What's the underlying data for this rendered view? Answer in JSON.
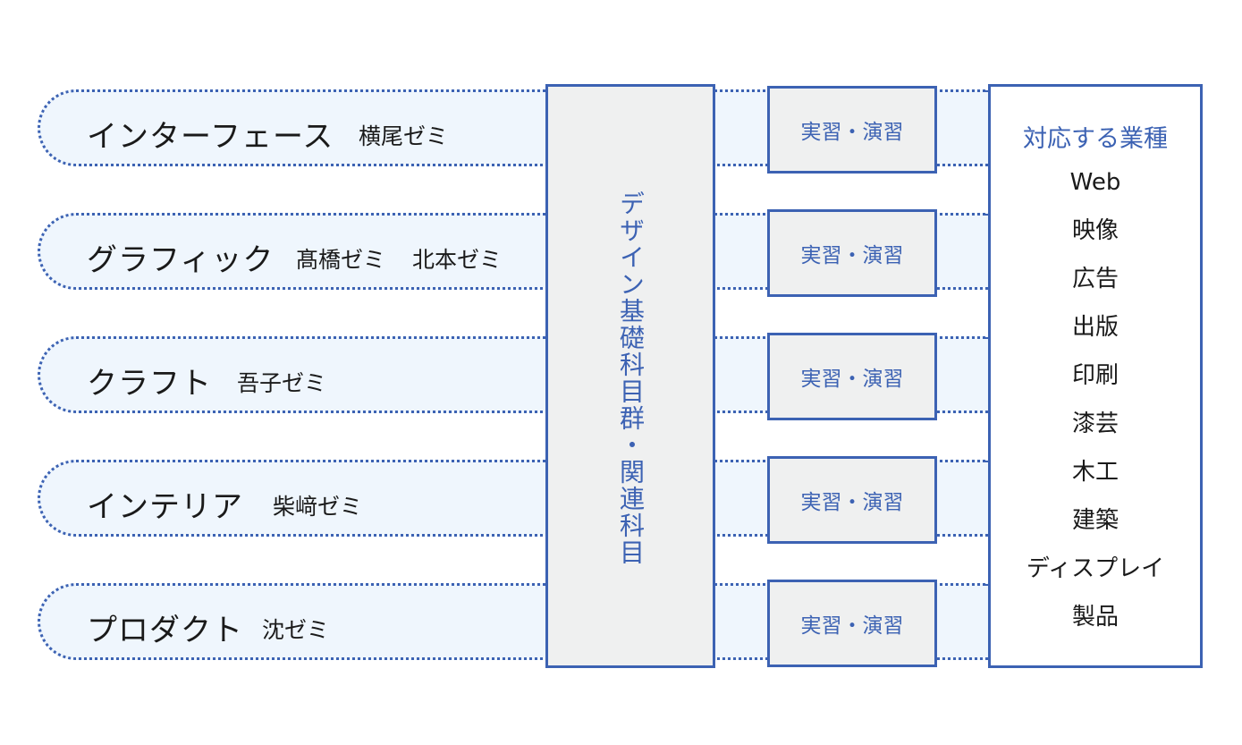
{
  "specializations": [
    {
      "title": "インターフェース",
      "seminars": [
        "横尾ゼミ"
      ]
    },
    {
      "title": "グラフィック",
      "seminars": [
        "髙橋ゼミ",
        "北本ゼミ"
      ]
    },
    {
      "title": "クラフト",
      "seminars": [
        "吾子ゼミ"
      ]
    },
    {
      "title": "インテリア",
      "seminars": [
        "柴﨑ゼミ"
      ]
    },
    {
      "title": "プロダクト",
      "seminars": [
        "沈ゼミ"
      ]
    }
  ],
  "center_column": {
    "label": "デザイン基礎科目群・関連科目"
  },
  "practice": {
    "label": "実習・演習"
  },
  "industries": {
    "title": "対応する業種",
    "items": [
      "Web",
      "映像",
      "広告",
      "出版",
      "印刷",
      "漆芸",
      "木工",
      "建築",
      "ディスプレイ",
      "製品"
    ]
  },
  "colors": {
    "accent": "#3c62b3",
    "band_fill": "#eff6fd",
    "box_fill": "#eff0f0",
    "text": "#1a1a1a"
  }
}
